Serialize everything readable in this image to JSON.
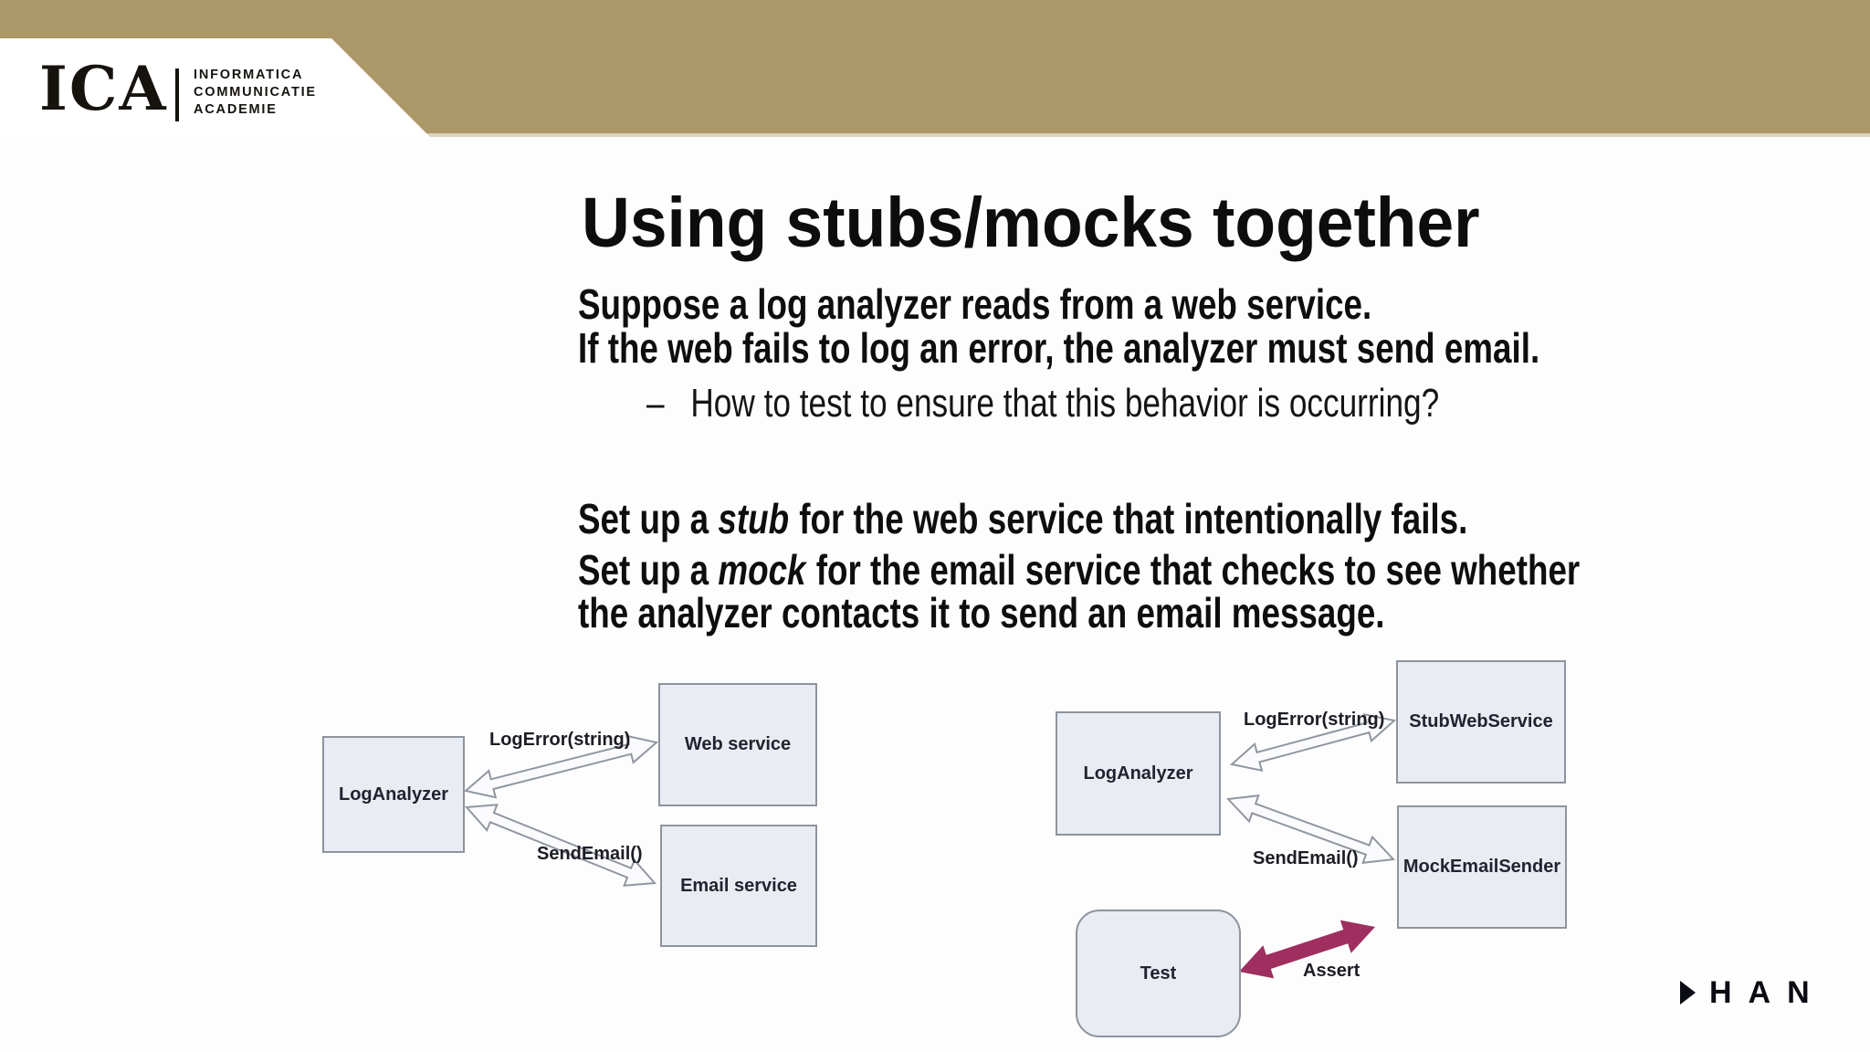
{
  "colors": {
    "banner_gold": "#ab9768",
    "banner_edge": "#dcd4ba",
    "box_fill": "#e9ecf3",
    "box_border": "#8c949e",
    "arrow_fill": "#fbfbfd",
    "arrow_stroke": "#9097a1",
    "assert_arrow": "#9e2f5e",
    "text": "#0e0e0e"
  },
  "logo": {
    "acronym": "ICA",
    "line1": "INFORMATICA",
    "line2": "COMMUNICATIE",
    "line3": "ACADEMIE"
  },
  "slide": {
    "title": "Using stubs/mocks together",
    "p1_line1": "Suppose a log analyzer reads from a web service.",
    "p1_line2": "If the web fails to log an error, the analyzer must send email.",
    "bullet_dash": "–",
    "bullet_text": "How to test to ensure that this behavior is occurring?",
    "p2a_pre": "Set up a",
    "p2a_emph": "stub",
    "p2a_post": "for the web service that intentionally fails.",
    "p2b_pre": "Set up a",
    "p2b_emph": "mock",
    "p2b_post1": "for the email service that checks to see whether",
    "p2b_post2": "the analyzer contacts it to send an email message."
  },
  "diagram_left": {
    "nodes": {
      "analyzer": "LogAnalyzer",
      "web": "Web service",
      "email": "Email service"
    },
    "edges": {
      "logerror": "LogError(string)",
      "sendemail": "SendEmail()"
    }
  },
  "diagram_right": {
    "nodes": {
      "analyzer": "LogAnalyzer",
      "stub": "StubWebService",
      "mock": "MockEmailSender",
      "test": "Test"
    },
    "edges": {
      "logerror": "LogError(string)",
      "sendemail": "SendEmail()",
      "assert": "Assert"
    }
  },
  "footer": {
    "brand": "HAN"
  }
}
